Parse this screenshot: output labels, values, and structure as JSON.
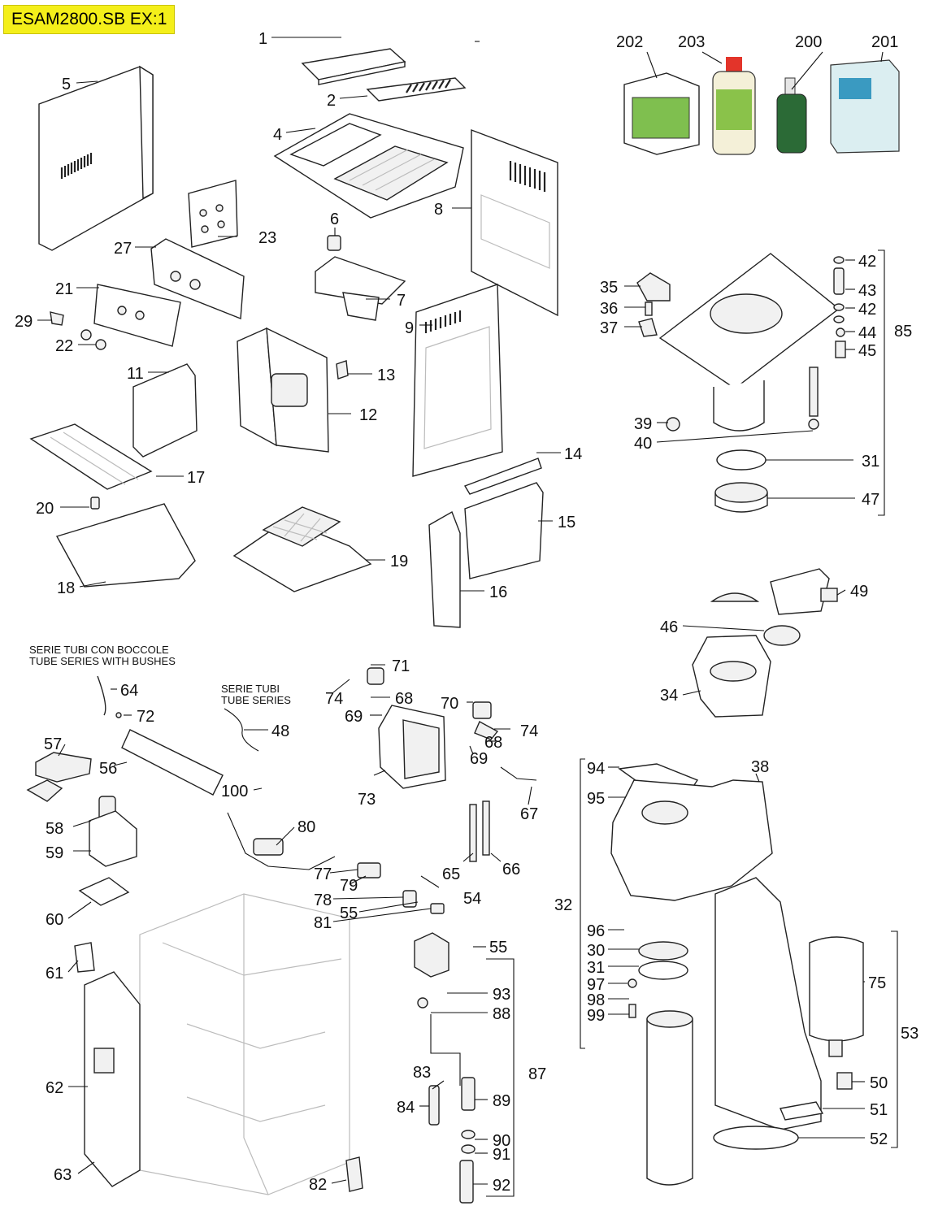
{
  "title": "ESAM2800.SB EX:1",
  "colors": {
    "badge": "#f4ef1a",
    "ink": "#111111",
    "ghost": "#bcbcbc"
  },
  "notes": {
    "tube_series_bushes_it": "SERIE TUBI CON BOCCOLE",
    "tube_series_bushes_en": "TUBE SERIES WITH BUSHES",
    "tube_series_it": "SERIE TUBI",
    "tube_series_en": "TUBE SERIES"
  },
  "products": [
    {
      "number": "202",
      "icon": "cleaning-box-icon"
    },
    {
      "number": "203",
      "icon": "descaler-bottle-icon"
    },
    {
      "number": "200",
      "icon": "spray-bottle-icon"
    },
    {
      "number": "201",
      "icon": "ecodecalk-box-icon"
    }
  ],
  "labels": {
    "p1": "1",
    "p2": "2",
    "p4": "4",
    "p5": "5",
    "p6": "6",
    "p7": "7",
    "p8": "8",
    "p9": "9",
    "p11": "11",
    "p12": "12",
    "p13": "13",
    "p14": "14",
    "p15": "15",
    "p16": "16",
    "p17": "17",
    "p18": "18",
    "p19": "19",
    "p20": "20",
    "p21": "21",
    "p22": "22",
    "p23": "23",
    "p27": "27",
    "p29": "29",
    "p30": "30",
    "p31a": "31",
    "p31b": "31",
    "p32": "32",
    "p34": "34",
    "p35": "35",
    "p36": "36",
    "p37": "37",
    "p38": "38",
    "p39": "39",
    "p40": "40",
    "p42a": "42",
    "p42b": "42",
    "p43": "43",
    "p44": "44",
    "p45": "45",
    "p46": "46",
    "p47": "47",
    "p48": "48",
    "p49": "49",
    "p50": "50",
    "p51": "51",
    "p52": "52",
    "p53": "53",
    "p54": "54",
    "p55a": "55",
    "p55b": "55",
    "p56": "56",
    "p57": "57",
    "p58": "58",
    "p59": "59",
    "p60": "60",
    "p61": "61",
    "p62": "62",
    "p63": "63",
    "p64": "64",
    "p65": "65",
    "p66": "66",
    "p67": "67",
    "p68a": "68",
    "p68b": "68",
    "p69a": "69",
    "p69b": "69",
    "p70": "70",
    "p71": "71",
    "p72": "72",
    "p73": "73",
    "p74a": "74",
    "p74b": "74",
    "p75": "75",
    "p77": "77",
    "p78": "78",
    "p79": "79",
    "p80": "80",
    "p81": "81",
    "p82": "82",
    "p83": "83",
    "p84": "84",
    "p85": "85",
    "p87": "87",
    "p88": "88",
    "p89": "89",
    "p90": "90",
    "p91": "91",
    "p92": "92",
    "p93": "93",
    "p94": "94",
    "p95": "95",
    "p96": "96",
    "p97": "97",
    "p98": "98",
    "p99": "99",
    "p100": "100"
  }
}
